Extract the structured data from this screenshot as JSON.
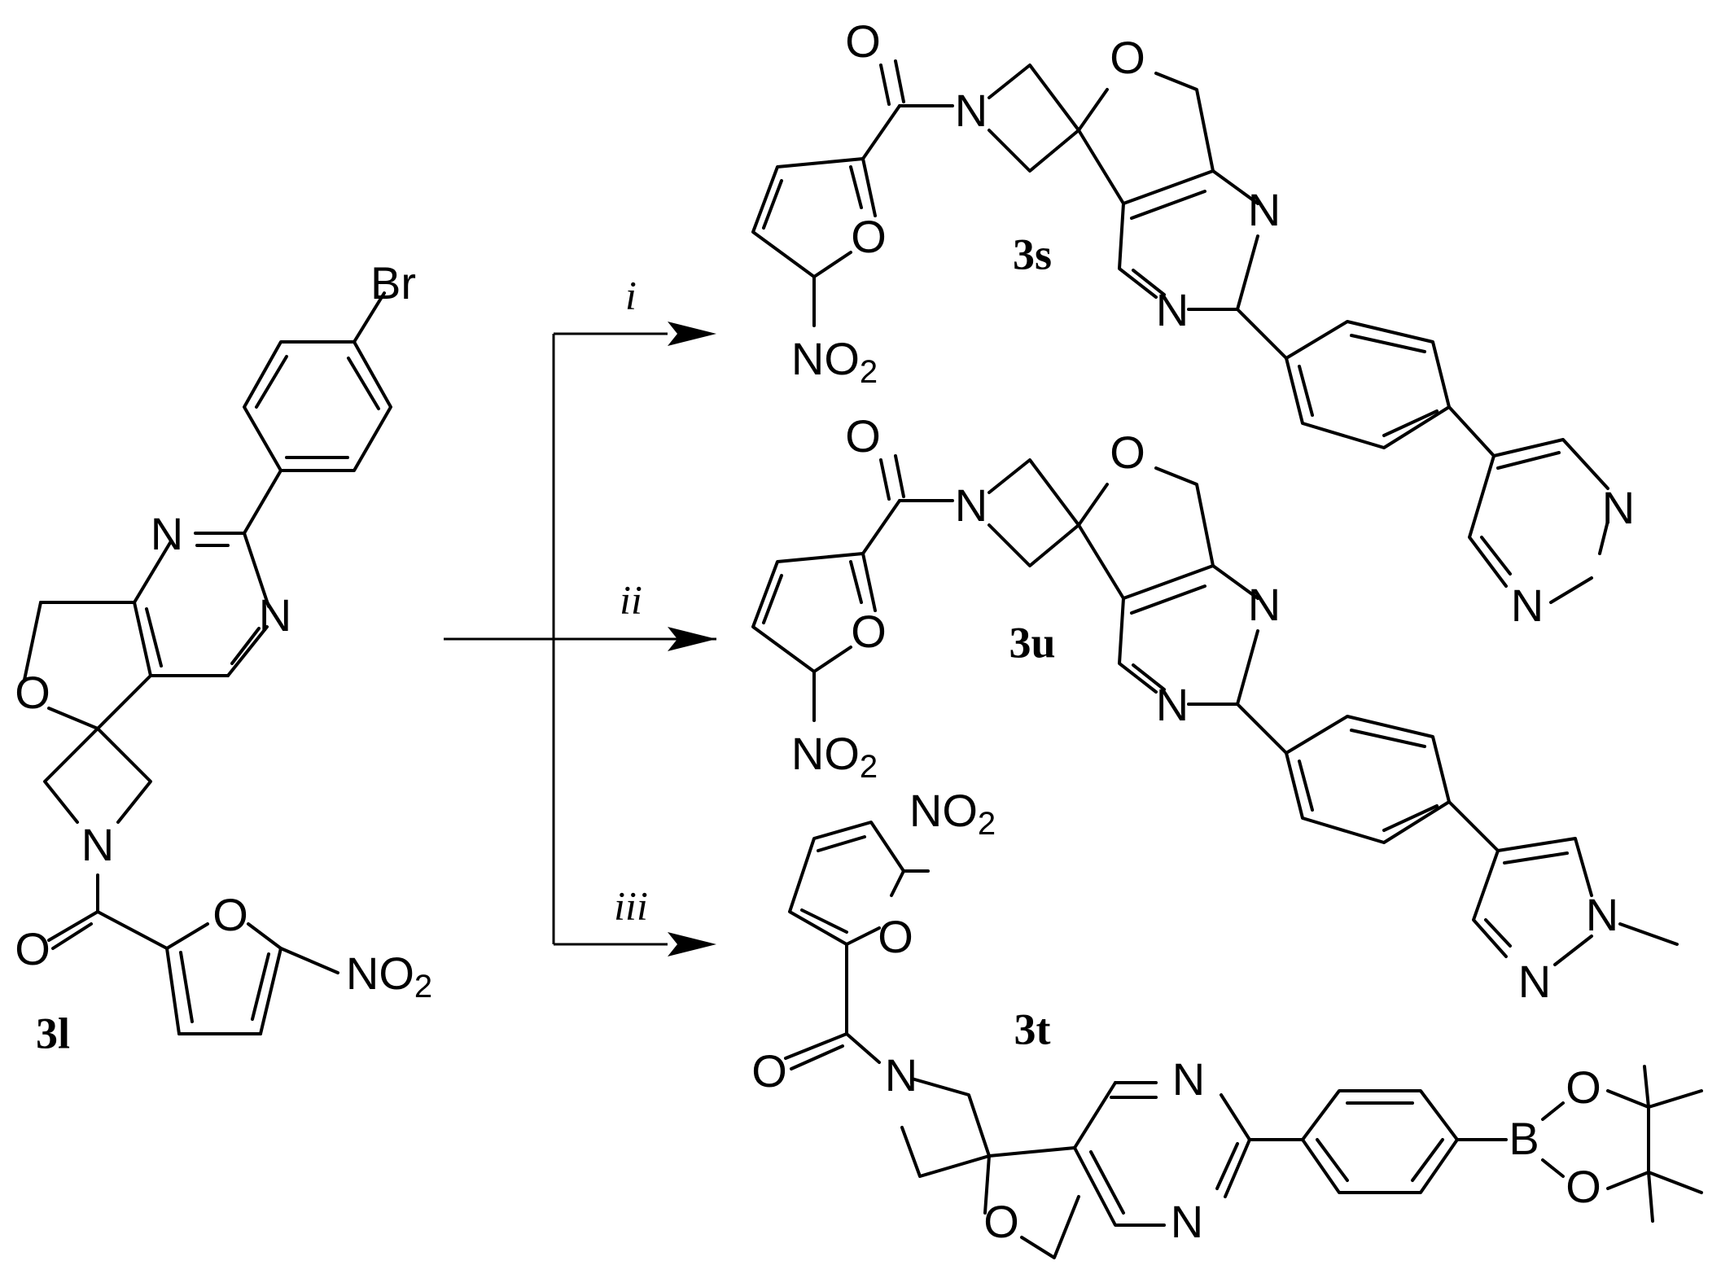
{
  "scheme": {
    "compounds": {
      "start": "3l",
      "product_i": "3s",
      "product_ii": "3u",
      "product_iii": "3t"
    },
    "conditions": [
      "i",
      "ii",
      "iii"
    ],
    "atoms": {
      "O": "O",
      "N": "N",
      "Br": "Br",
      "B": "B",
      "NO2_main": "NO",
      "NO2_sub": "2"
    }
  }
}
